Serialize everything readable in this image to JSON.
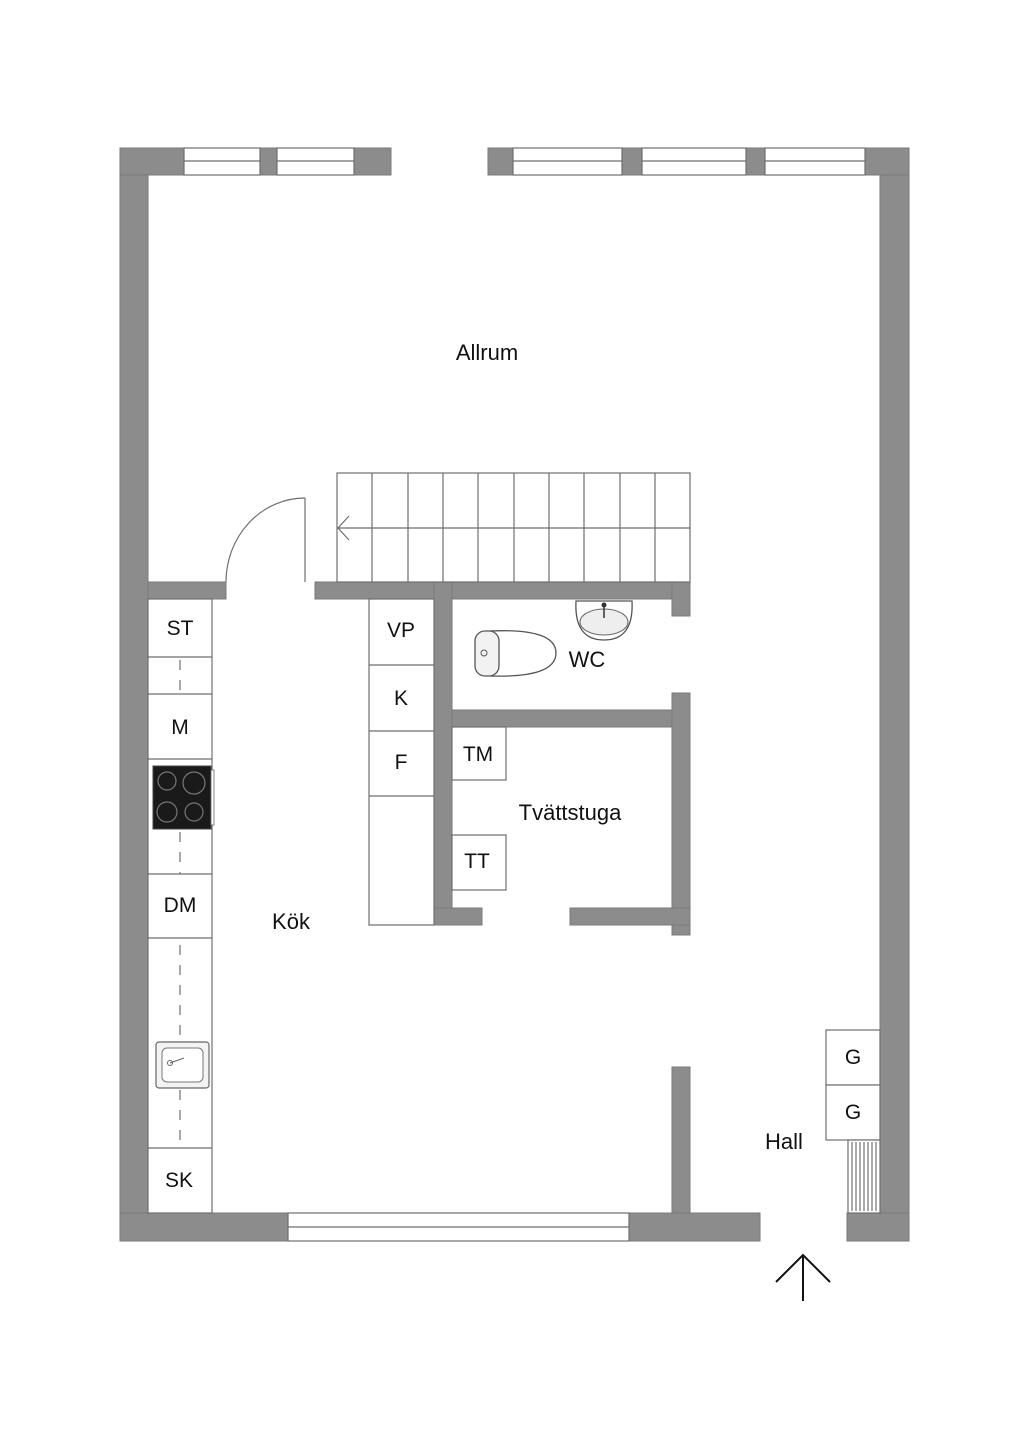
{
  "rooms": {
    "allrum": "Allrum",
    "kok": "Kök",
    "wc": "WC",
    "tvattstuga": "Tvättstuga",
    "hall": "Hall"
  },
  "appliances": {
    "st": "ST",
    "m": "M",
    "dm": "DM",
    "sk": "SK",
    "vp": "VP",
    "k": "K",
    "f": "F",
    "tm": "TM",
    "tt": "TT",
    "g1": "G",
    "g2": "G"
  },
  "colors": {
    "wall": "#8c8c8c",
    "line": "#6e6e6e",
    "text": "#111111"
  },
  "icons": [
    "entrance-arrow-icon",
    "stove-icon",
    "sink-icon",
    "toilet-icon",
    "washbasin-icon",
    "stair-arrow-icon"
  ]
}
